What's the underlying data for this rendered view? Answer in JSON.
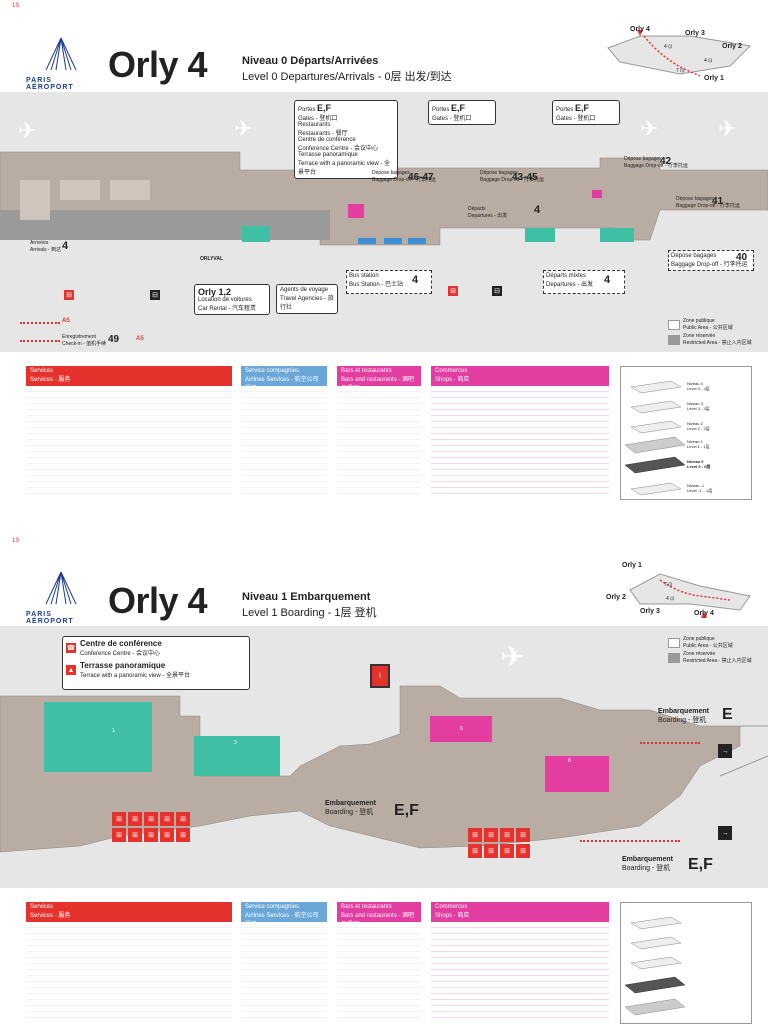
{
  "top": {
    "page_number": "1S",
    "brand": "PARIS AÉROPORT",
    "title": "Orly 4",
    "subtitle_fr": "Niveau 0 Départs/Arrivées",
    "subtitle_multi": "Level 0 Departures/Arrivals - 0层 出发/到达",
    "mini_map": {
      "labels": [
        "Orly 4",
        "Orly 3",
        "Orly 2",
        "Orly 1"
      ],
      "distances": [
        "4 ⊡",
        "7 ⊡",
        "4 ⊡"
      ]
    },
    "callouts": [
      {
        "title": "Portes",
        "sub": "Gates - 登机口",
        "gate": "E,F",
        "extra": [
          "Restaurants",
          "Restaurants - 餐厅",
          "Centre de conférence",
          "Conference Centre - 会议中心",
          "Terrasse panoramique",
          "Terrace with a panoramic view - 全景平台"
        ]
      },
      {
        "title": "Portes",
        "sub": "Gates - 登机口",
        "gate": "E,F"
      },
      {
        "title": "Portes",
        "sub": "Gates - 登机口",
        "gate": "E,F"
      }
    ],
    "checkins": [
      {
        "label": "Dépose bagages",
        "sub": "Baggage Drop-off - 行李托运",
        "num": "46-47"
      },
      {
        "label": "Dépose bagages",
        "sub": "Baggage Drop-off - 行李托运",
        "num": "43-45"
      },
      {
        "label": "Dépose bagages",
        "sub": "Baggage Drop-off - 行李托运",
        "num": "42"
      },
      {
        "label": "Dépose bagages",
        "sub": "Baggage Drop-off - 行李托运",
        "num": "41"
      },
      {
        "label": "Dépose bagages",
        "sub": "Baggage Drop-off - 行李托运",
        "num": "40"
      }
    ],
    "departures": {
      "label": "Départs",
      "sub": "Departures - 出发",
      "num": "4"
    },
    "arrivals": {
      "label": "Arrivées",
      "sub": "Arrivals - 到达",
      "num": "4"
    },
    "bus": {
      "label": "Bus station",
      "sub": "Bus Station - 巴士站",
      "num": "4"
    },
    "departures_bottom": {
      "label": "Départs mixtes",
      "sub": "Departures - 出发",
      "num": "4"
    },
    "orlyval": "ORLYVAL",
    "orly12": {
      "title": "Orly 1,2",
      "sub": "Location de voitures",
      "sub2": "Car Rental - 汽车租赁"
    },
    "agents": {
      "label": "Agents de voyage",
      "sub": "Travel Agencies - 旅行社"
    },
    "a5": "A5",
    "a5b": "A5",
    "checkin49": {
      "label": "Enregistrement",
      "sub": "Check-in - 值机手续",
      "num": "49"
    },
    "legend": [
      {
        "label": "Zone publique",
        "sub": "Public Area - 公共区域",
        "color": "#ffffff"
      },
      {
        "label": "Zone réservée",
        "sub": "Restricted Area - 禁止入内区域",
        "color": "#9a9a9a"
      }
    ]
  },
  "bottom": {
    "page_number": "1S",
    "brand": "PARIS AÉROPORT",
    "title": "Orly 4",
    "subtitle_fr": "Niveau 1 Embarquement",
    "subtitle_multi": "Level 1 Boarding - 1层 登机",
    "mini_map": {
      "labels": [
        "Orly 1",
        "Orly 2",
        "Orly 3",
        "Orly 4"
      ],
      "distances": [
        "7 ⊡",
        "4 ⊡"
      ]
    },
    "conference": {
      "title": "Centre de conférence",
      "sub": "Conference Centre - 会议中心"
    },
    "terrace": {
      "title": "Terrasse panoramique",
      "sub": "Terrace with a panoramic view - 全景平台"
    },
    "boarding_e": {
      "label": "Embarquement",
      "sub": "Boarding - 登机",
      "gate": "E"
    },
    "boarding_ef": {
      "label": "Embarquement",
      "sub": "Boarding - 登机",
      "gate": "E,F"
    },
    "boarding_ef2": {
      "label": "Embarquement",
      "sub": "Boarding - 登机",
      "gate": "E,F"
    },
    "legend": [
      {
        "label": "Zone publique",
        "sub": "Public Area - 公共区域",
        "color": "#ffffff"
      },
      {
        "label": "Zone réservée",
        "sub": "Restricted Area - 禁止入内区域",
        "color": "#9a9a9a"
      }
    ],
    "zones": [
      "1",
      "3",
      "6",
      "8"
    ]
  },
  "panels": {
    "services": {
      "title": "Services",
      "sub": "Services - 服务",
      "color": "#e5322d"
    },
    "airlines": {
      "title": "Service compagnies",
      "sub": "Airlines Services - 航空公司服务",
      "color": "#6aa7d6"
    },
    "bars": {
      "title": "Bars et restaurants",
      "sub": "Bars and restaurants - 酒吧与餐厅",
      "color": "#e43da2"
    },
    "shops": {
      "title": "Commerces",
      "sub": "Shops - 商店",
      "color": "#e43da2"
    },
    "levels": [
      {
        "label": "Niveau 4",
        "sub": "Level 4 - 4层"
      },
      {
        "label": "Niveau 3",
        "sub": "Level 3 - 3层"
      },
      {
        "label": "Niveau 2",
        "sub": "Level 2 - 2层"
      },
      {
        "label": "Niveau 1",
        "sub": "Level 1 - 1层"
      },
      {
        "label": "Niveau 0",
        "sub": "Level 0 - 0层"
      },
      {
        "label": "Niveau -1",
        "sub": "Level -1 - -1层"
      }
    ]
  }
}
